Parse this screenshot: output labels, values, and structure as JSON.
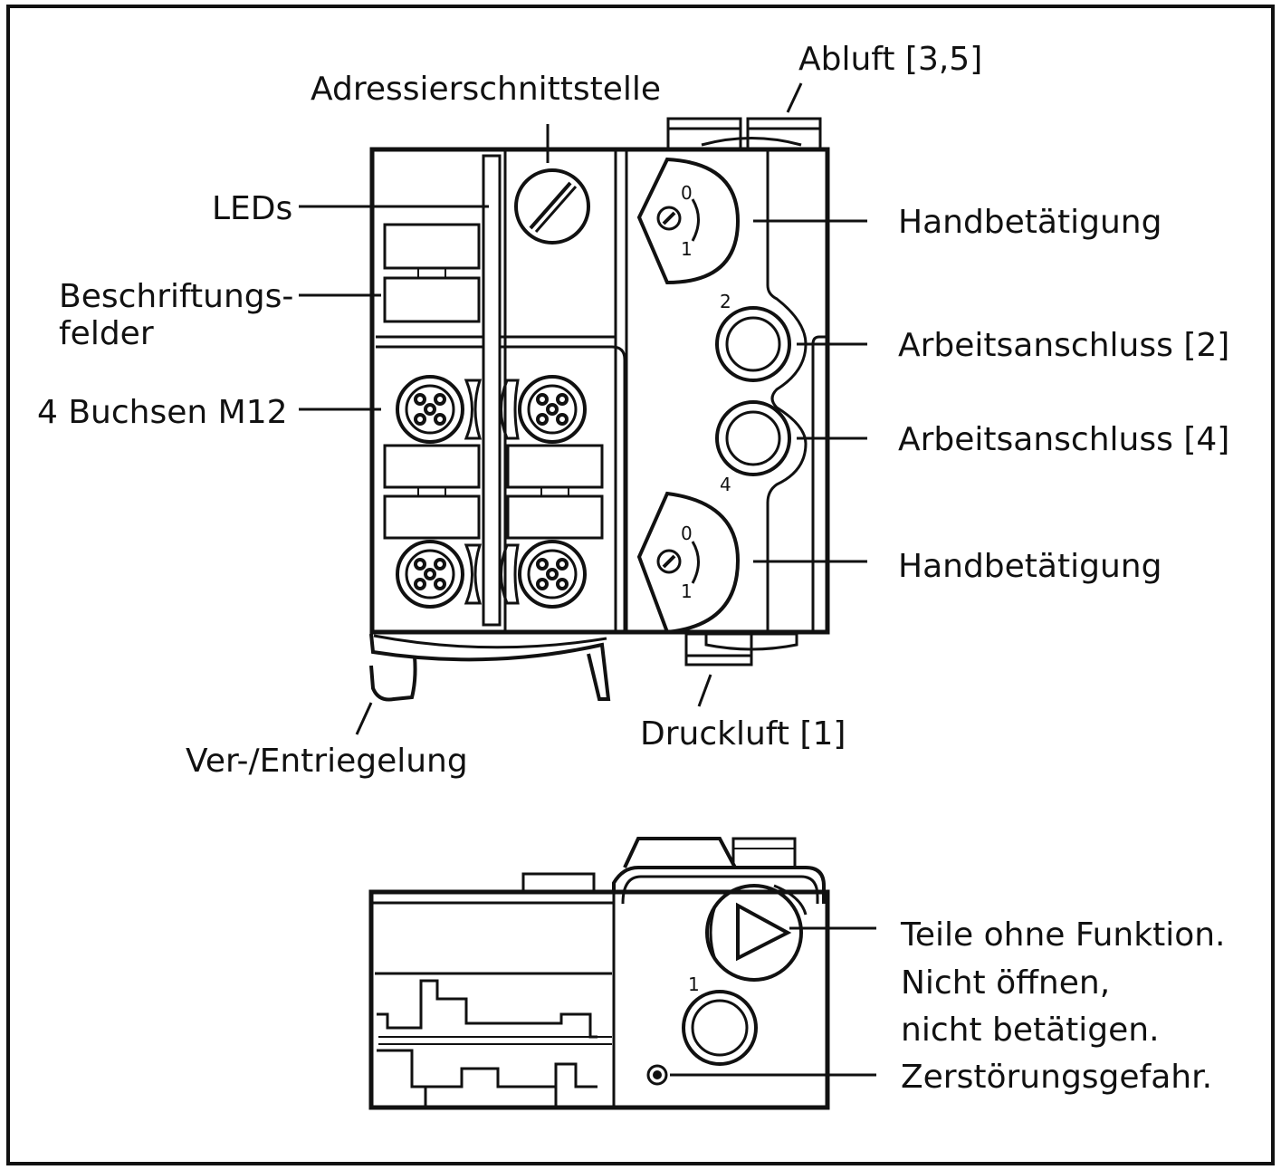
{
  "labels": {
    "adressier": "Adressierschnittstelle",
    "abluft": "Abluft [3,5]",
    "leds": "LEDs",
    "beschriftung_1": "Beschriftungs-",
    "beschriftung_2": "felder",
    "buchsen": "4 Buchsen M12",
    "hand_top": "Handbetätigung",
    "arbeit2": "Arbeitsanschluss [2]",
    "arbeit4": "Arbeitsanschluss [4]",
    "hand_bottom": "Handbetätigung",
    "druckluft": "Druckluft [1]",
    "verriegelung": "Ver-/Entriegelung",
    "warn_1": "Teile ohne Funktion.",
    "warn_2": "Nicht öffnen,",
    "warn_3": "nicht betätigen.",
    "warn_4": "Zerstörungsgefahr."
  },
  "port_numbers": {
    "hand_top_0": "0",
    "hand_top_1": "1",
    "port2": "2",
    "port4": "4",
    "hand_bottom_0": "0",
    "hand_bottom_1": "1",
    "side_port1": "1"
  }
}
